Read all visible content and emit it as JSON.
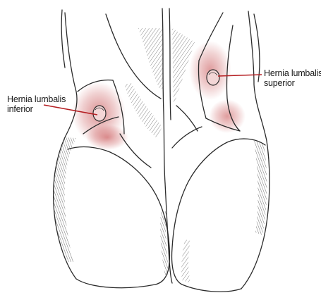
{
  "labels": {
    "inferior": {
      "line1": "Hernia lumbalis",
      "line2": "inferior"
    },
    "superior": {
      "line1": "Hernia lumbalis",
      "line2": "superior"
    }
  },
  "colors": {
    "outline": "#2b2b2b",
    "hatch": "#3a3a3a",
    "shade_red": "#c0393b",
    "leader": "#b51e22"
  }
}
